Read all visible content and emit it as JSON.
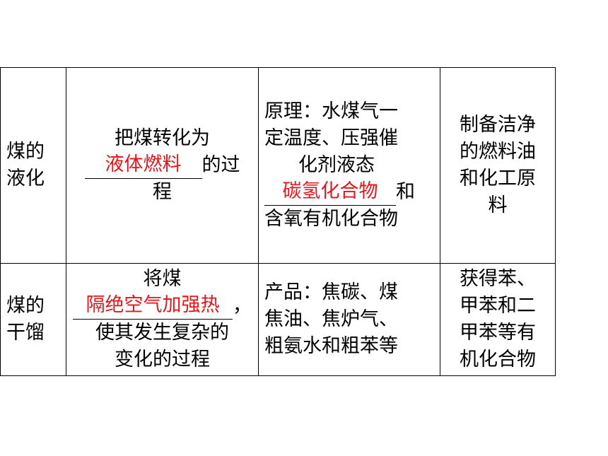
{
  "rows": [
    {
      "name": "煤的液化",
      "name_lines": [
        "煤的",
        "液化"
      ],
      "def_pre": "把煤转化为",
      "def_answer": "液体燃料",
      "def_post_a": "的过",
      "def_post_b": "程",
      "principle_lines": [
        "原理：水煤气一",
        "定温度、压强催",
        "化剂液态"
      ],
      "principle_answer": "碳氢化合物",
      "principle_after_answer": "和",
      "principle_last": "含氧有机化合物",
      "purpose_lines": [
        "制备洁净",
        "的燃料油",
        "和化工原",
        "料"
      ]
    },
    {
      "name": "煤的干馏",
      "name_lines": [
        "煤的",
        "干馏"
      ],
      "def_pre": "将煤",
      "def_answer": "隔绝空气加强热",
      "def_post_a": "，",
      "def_post_lines": [
        "使其发生复杂的",
        "变化的过程"
      ],
      "product_lines": [
        "产品：焦碳、煤",
        "焦油、焦炉气、",
        "粗氨水和粗苯等"
      ],
      "purpose_lines": [
        "获得苯、",
        "甲苯和二",
        "甲苯等有",
        "机化合物"
      ]
    }
  ],
  "colors": {
    "answer": "#e8141b",
    "border": "#000000"
  }
}
